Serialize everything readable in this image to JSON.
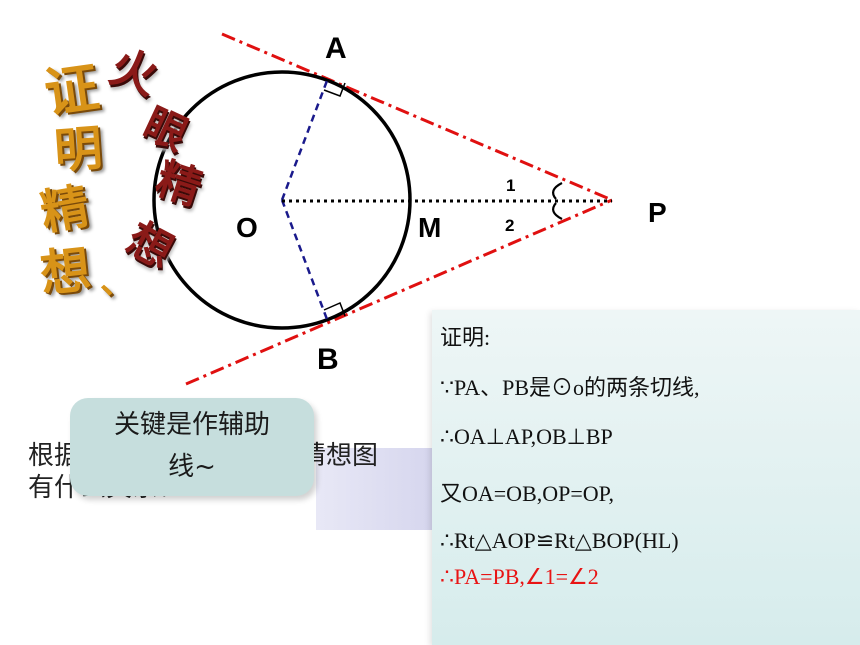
{
  "labels": {
    "A": "A",
    "B": "B",
    "O": "O",
    "M": "M",
    "P": "P",
    "angle1": "1",
    "angle2": "2"
  },
  "wordart": {
    "chars_left": [
      "证",
      "明",
      "精",
      "想",
      "、"
    ],
    "chars_right": [
      "火",
      "眼",
      "精",
      "想"
    ]
  },
  "question": {
    "line1_start": "根据",
    "line1_mid": "猜想图",
    "line2": "有什么关系?"
  },
  "bubble": {
    "line1": "关键是作辅助",
    "line2": "线~"
  },
  "proof": {
    "heading": "证明:",
    "line1": "∵PA、PB是⊙o的两条切线,",
    "line2": "∴OA⊥AP,OB⊥BP",
    "line3": "又OA=OB,OP=OP,",
    "line4": "∴Rt△AOP≌Rt△BOP(HL)",
    "line5": "∴PA=PB,∠1=∠2"
  },
  "colors": {
    "tangent": "#e01010",
    "radius": "#1a1a8c",
    "accent_red": "#e81414",
    "wordart_gold": "#d89318"
  }
}
